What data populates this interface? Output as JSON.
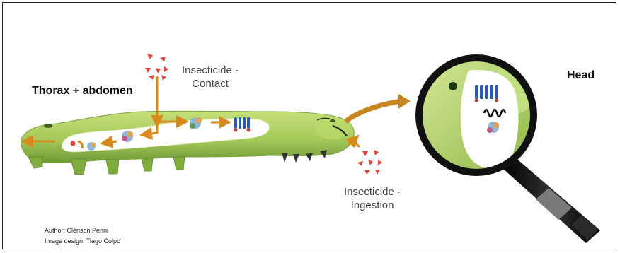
{
  "labels": {
    "thorax_abdomen": "Thorax + abdomen",
    "head": "Head",
    "contact_line1": "Insecticide -",
    "contact_line2": "Contact",
    "ingestion_line1": "Insecticide -",
    "ingestion_line2": "Ingestion"
  },
  "credits": {
    "author": "Author: Clérison  Perini",
    "design": "Image design: Tiago Colpo"
  },
  "colors": {
    "larva_green": "#a9cc5a",
    "larva_dark": "#5e8a2c",
    "gut_lumen": "#ffffff",
    "arrow_orange": "#d88a1c",
    "insecticide_red": "#e0443a",
    "protein_blue": "#2f5aa8",
    "magnifier_black": "#111111"
  },
  "icons": [
    "insecticide-particle-icon",
    "enzyme-protein-icon",
    "membrane-receptor-icon",
    "magnifier-icon"
  ]
}
